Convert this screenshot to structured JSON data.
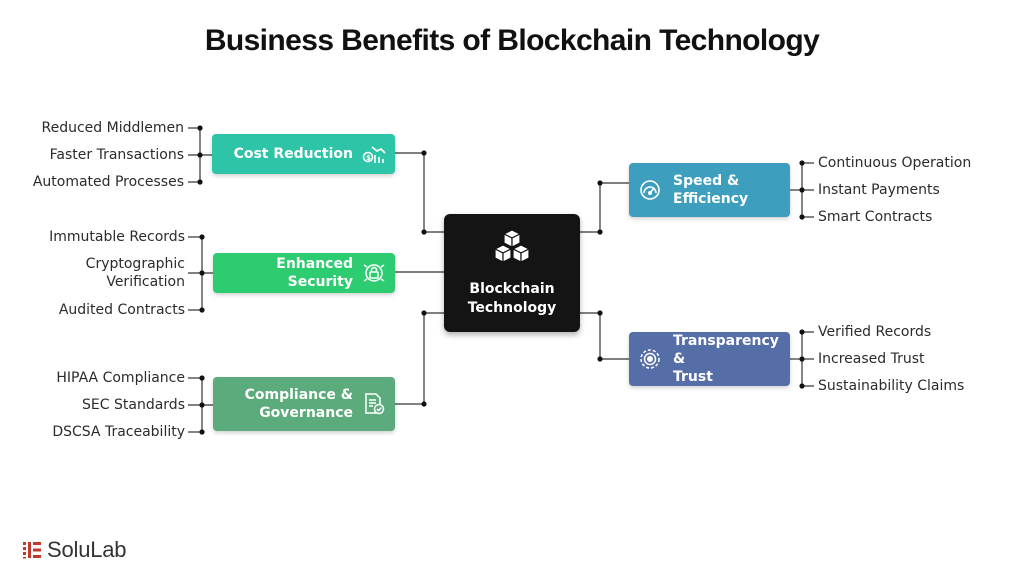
{
  "title": "Business Benefits of Blockchain Technology",
  "center": {
    "label_line1": "Blockchain",
    "label_line2": "Technology",
    "icon": "blockchain-cubes-icon",
    "color": "#141414"
  },
  "categories": {
    "cost_reduction": {
      "label": "Cost Reduction",
      "icon": "cost-chart-icon",
      "color": "#2ec4a8",
      "items": [
        "Reduced Middlemen",
        "Faster Transactions",
        "Automated Processes"
      ]
    },
    "enhanced_security": {
      "label": "Enhanced Security",
      "icon": "security-lock-icon",
      "color": "#2ecc71",
      "items": [
        "Immutable Records",
        "Cryptographic Verification",
        "Audited Contracts"
      ]
    },
    "compliance": {
      "label_line1": "Compliance &",
      "label_line2": "Governance",
      "icon": "compliance-document-icon",
      "color": "#5bab7c",
      "items": [
        "HIPAA Compliance",
        "SEC Standards",
        "DSCSA Traceability"
      ]
    },
    "speed": {
      "label_line1": "Speed &",
      "label_line2": "Efficiency",
      "icon": "speedometer-icon",
      "color": "#3d9fbd",
      "items": [
        "Continuous Operation",
        "Instant Payments",
        "Smart Contracts"
      ]
    },
    "transparency": {
      "label_line1": "Transparency &",
      "label_line2": "Trust",
      "icon": "transparency-gear-icon",
      "color": "#566ea8",
      "items": [
        "Verified Records",
        "Increased Trust",
        "Sustainability Claims"
      ]
    }
  },
  "branding": {
    "name": "SoluLab",
    "icon": "solulab-logo-icon",
    "color": "#c0392b"
  }
}
